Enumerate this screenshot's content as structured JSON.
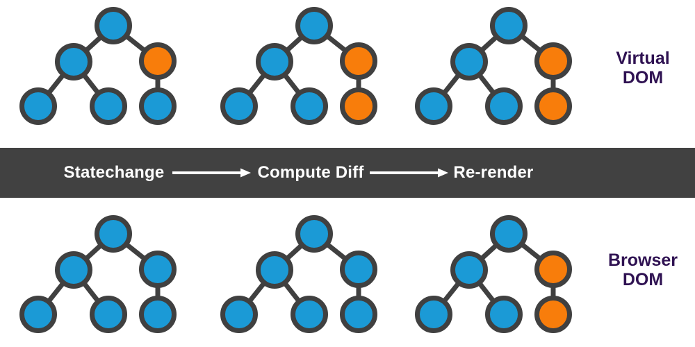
{
  "labels": {
    "virtual_dom": {
      "line1": "Virtual",
      "line2": "DOM"
    },
    "browser_dom": {
      "line1": "Browser",
      "line2": "DOM"
    }
  },
  "process_bar": {
    "steps": [
      "Statechange",
      "Compute Diff",
      "Re-render"
    ],
    "background": "#414141",
    "text_color": "#ffffff",
    "arrow_color": "#ffffff"
  },
  "colors": {
    "node_blue": "#1b9ad6",
    "node_orange": "#f87d0b",
    "stroke": "#404040",
    "label_purple": "#2f1252"
  },
  "trees": {
    "virtual": [
      {
        "id": "virtual-tree-1",
        "nodes": [
          "blue",
          "blue",
          "orange",
          "blue",
          "blue",
          "blue"
        ]
      },
      {
        "id": "virtual-tree-2",
        "nodes": [
          "blue",
          "blue",
          "orange",
          "blue",
          "blue",
          "orange"
        ]
      },
      {
        "id": "virtual-tree-3",
        "nodes": [
          "blue",
          "blue",
          "orange",
          "blue",
          "blue",
          "orange"
        ]
      }
    ],
    "browser": [
      {
        "id": "browser-tree-1",
        "nodes": [
          "blue",
          "blue",
          "blue",
          "blue",
          "blue",
          "blue"
        ]
      },
      {
        "id": "browser-tree-2",
        "nodes": [
          "blue",
          "blue",
          "blue",
          "blue",
          "blue",
          "blue"
        ]
      },
      {
        "id": "browser-tree-3",
        "nodes": [
          "blue",
          "blue",
          "orange",
          "blue",
          "blue",
          "orange"
        ]
      }
    ]
  }
}
